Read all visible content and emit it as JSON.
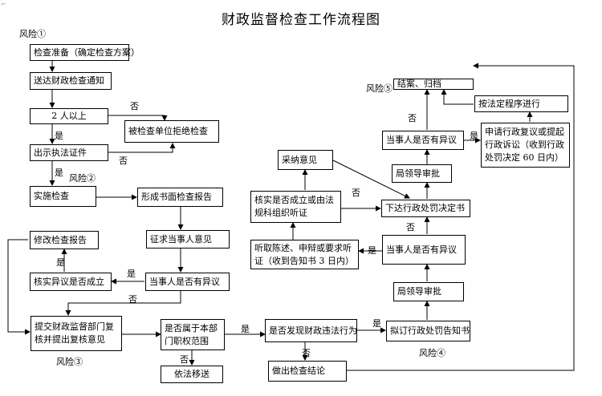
{
  "title": "财政监督检查工作流程图",
  "risks": {
    "r1": "风险①",
    "r2": "风险②",
    "r3": "风险③",
    "r4": "风险④",
    "r5": "风险⑤"
  },
  "nodes": {
    "prepare": "检查准备（确定检查方案）",
    "notice": "送达财政检查通知",
    "two_people": "2 人以上",
    "refused": "被检查单位拒绝检查",
    "show_cert": "出示执法证件",
    "implement": "实施检查",
    "report": "形成书面检查报告",
    "solicit": "征求当事人意见",
    "objection_1": "当事人是否有异议",
    "verify": "核实异议是否成立",
    "revise": "修改检查报告",
    "submit": "提交财政监督部门复核并提出复核意见",
    "jurisdiction": "是否属于本部门职权范围",
    "transfer": "依法移送",
    "violation": "是否发现财政违法行为",
    "conclusion": "做出检查结论",
    "draft_notice": "拟订行政处罚告知书",
    "leader_approve_1": "局领导审批",
    "objection_2": "当事人是否有异议",
    "hearing": "听取陈述、申辩或要求听证（收到告知书 3 日内）",
    "verify_hearing": "核实是否成立或由法规科组织听证",
    "adopt": "采纳意见",
    "issue_decision": "下达行政处罚决定书",
    "leader_approve_2": "局领导审批",
    "objection_3": "当事人是否有异议",
    "review_suit": "申请行政复议或提起行政诉讼（收到行政处罚决定 60 日内）",
    "legal_proc": "按法定程序进行",
    "close": "结案、归档"
  },
  "edge_labels": {
    "yes": "是",
    "no": "否"
  }
}
